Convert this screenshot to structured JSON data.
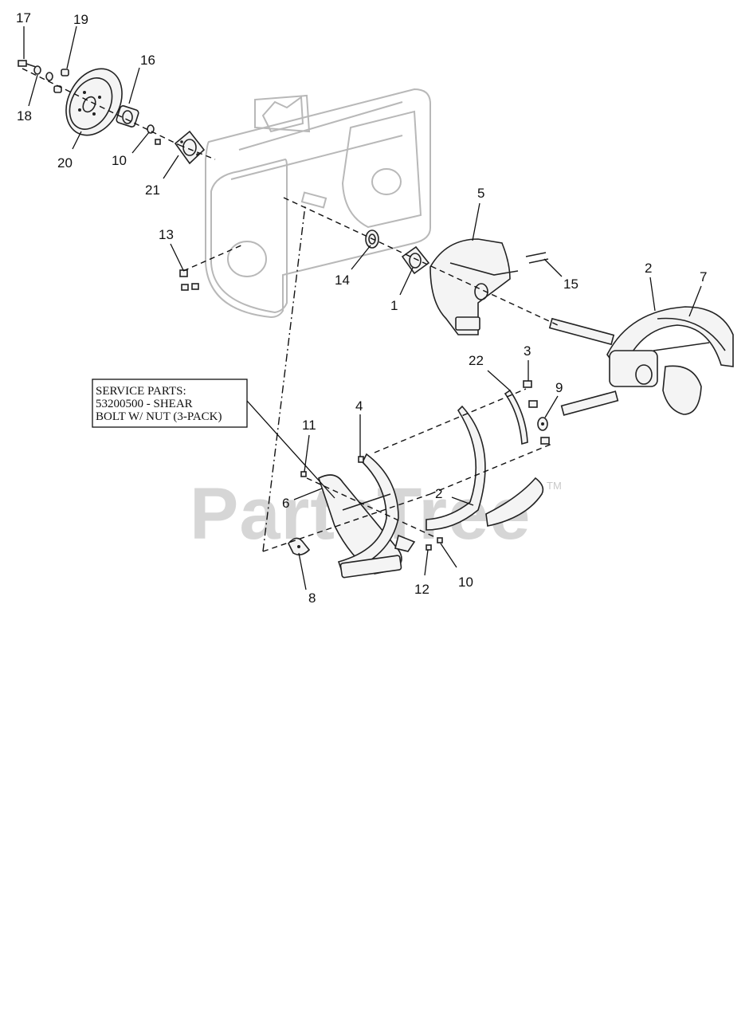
{
  "watermark": {
    "text": "PartsTree",
    "trademark": "TM"
  },
  "service_note": {
    "lines": [
      "SERVICE PARTS:",
      "53200500 - SHEAR",
      "BOLT W/ NUT (3-PACK)"
    ]
  },
  "callouts": {
    "c17": "17",
    "c19": "19",
    "c16": "16",
    "c18": "18",
    "c20": "20",
    "c10a": "10",
    "c21": "21",
    "c13": "13",
    "c14": "14",
    "c1": "1",
    "c5": "5",
    "c15": "15",
    "c2a": "2",
    "c7": "7",
    "c3": "3",
    "c22": "22",
    "c9": "9",
    "c11": "11",
    "c4": "4",
    "c6": "6",
    "c2b": "2",
    "c12": "12",
    "c10b": "10",
    "c8": "8"
  }
}
